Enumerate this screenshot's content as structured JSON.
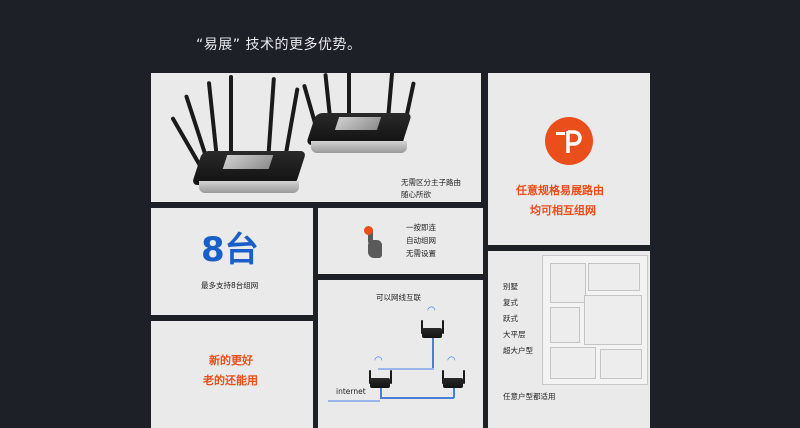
{
  "headline": "“易展” 技术的更多优势。",
  "cards": {
    "routers": {
      "caption_line1": "无需区分主子路由",
      "caption_line2": "随心所欲"
    },
    "logo_card": {
      "line1": "任意规格易展路由",
      "line2": "均可相互组网"
    },
    "count_card": {
      "big_number": "8台",
      "caption": "最多支持8台组网"
    },
    "onekey_card": {
      "line1": "一按即连",
      "line2": "自动组网",
      "line3": "无需设置"
    },
    "compat_card": {
      "line1": "新的更好",
      "line2": "老的还能用"
    },
    "wired_card": {
      "title": "可以网线互联",
      "internet_label": "internet"
    },
    "house_card": {
      "types": [
        "别墅",
        "复式",
        "跃式",
        "大平层",
        "超大户型"
      ],
      "caption": "任意户型都适用"
    }
  },
  "colors": {
    "accent": "#ea4f1b",
    "blue": "#1a5fc7",
    "background": "#1d2026",
    "card": "#eaeaea"
  }
}
